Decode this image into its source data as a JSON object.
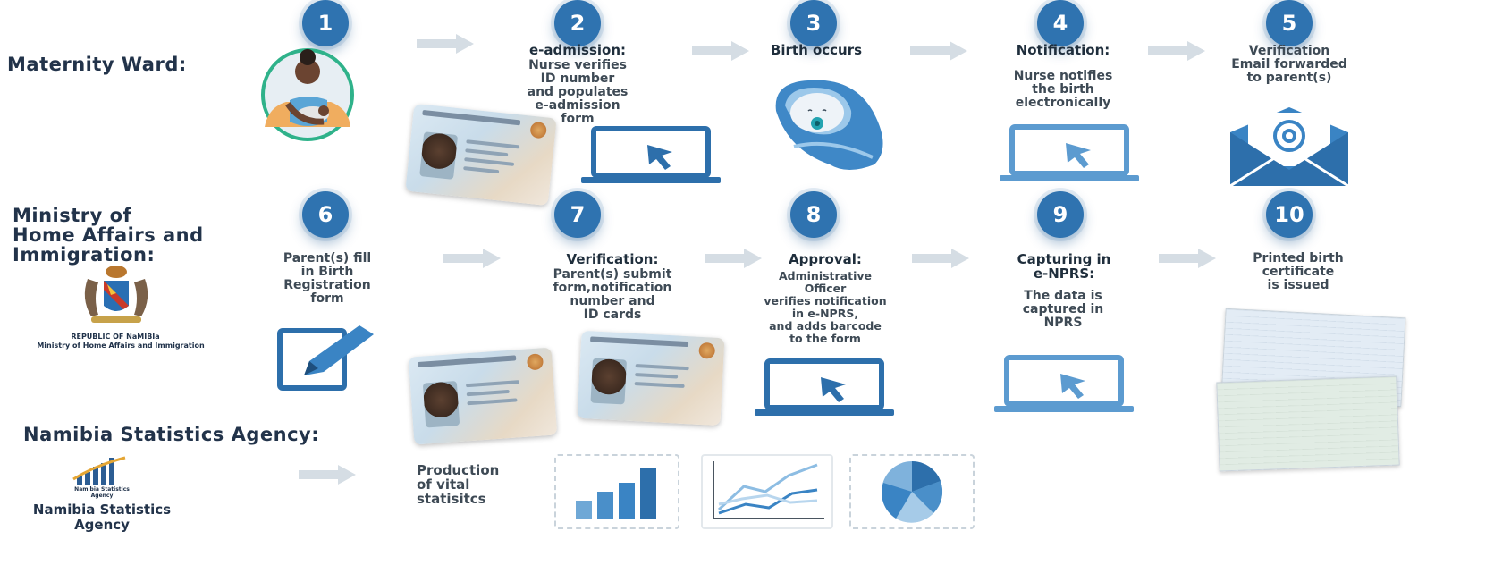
{
  "sections": {
    "maternity": "Maternity Ward:",
    "ministry": "Ministry of\nHome Affairs and\nImmigration:",
    "stats": "Namibia Statistics Agency:"
  },
  "ministry_logo": {
    "line1": "REPUBLIC OF NaMIBIa",
    "line2": "Ministry of Home Affairs and Immigration"
  },
  "stats_logo": {
    "caption": "Namibia Statistics\nAgency",
    "name": "Namibia Statistics\nAgency"
  },
  "steps": [
    {
      "num": "1",
      "title": "",
      "text": ""
    },
    {
      "num": "2",
      "title": "e-admission:",
      "text": "Nurse verifies\nID number\nand populates\ne-admission\nform"
    },
    {
      "num": "3",
      "title": "Birth occurs",
      "text": ""
    },
    {
      "num": "4",
      "title": "Notification:",
      "text": "Nurse notifies\nthe birth\nelectronically"
    },
    {
      "num": "5",
      "title": "",
      "text": "Verification\nEmail forwarded\nto parent(s)"
    },
    {
      "num": "6",
      "title": "",
      "text": "Parent(s) fill\nin Birth\nRegistration\nform"
    },
    {
      "num": "7",
      "title": "Verification:",
      "text": "Parent(s) submit\nform,notification\nnumber and\nID cards"
    },
    {
      "num": "8",
      "title": "Approval:",
      "text": "Administrative\nOfficer\nverifies notification\nin e-NPRS,\nand adds barcode\nto the form"
    },
    {
      "num": "9",
      "title": "Capturing in\ne-NPRS:",
      "text": "The data is\ncaptured in\nNPRS"
    },
    {
      "num": "10",
      "title": "",
      "text": "Printed birth\ncertificate\nis issued"
    }
  ],
  "production": "Production\nof vital\nstatisitcs",
  "colors": {
    "badge": "#2f73b0",
    "icon_dark": "#2d6fab",
    "icon_light": "#5c9bd0",
    "arrow": "#d5dde4"
  },
  "icons": [
    "mother-baby-icon",
    "id-card-icon",
    "laptop-icon",
    "baby-icon",
    "email-icon",
    "pen-form-icon",
    "coat-of-arms-icon",
    "stats-logo-icon",
    "bar-chart-icon",
    "line-chart-icon",
    "pie-chart-icon",
    "certificate-icon"
  ]
}
